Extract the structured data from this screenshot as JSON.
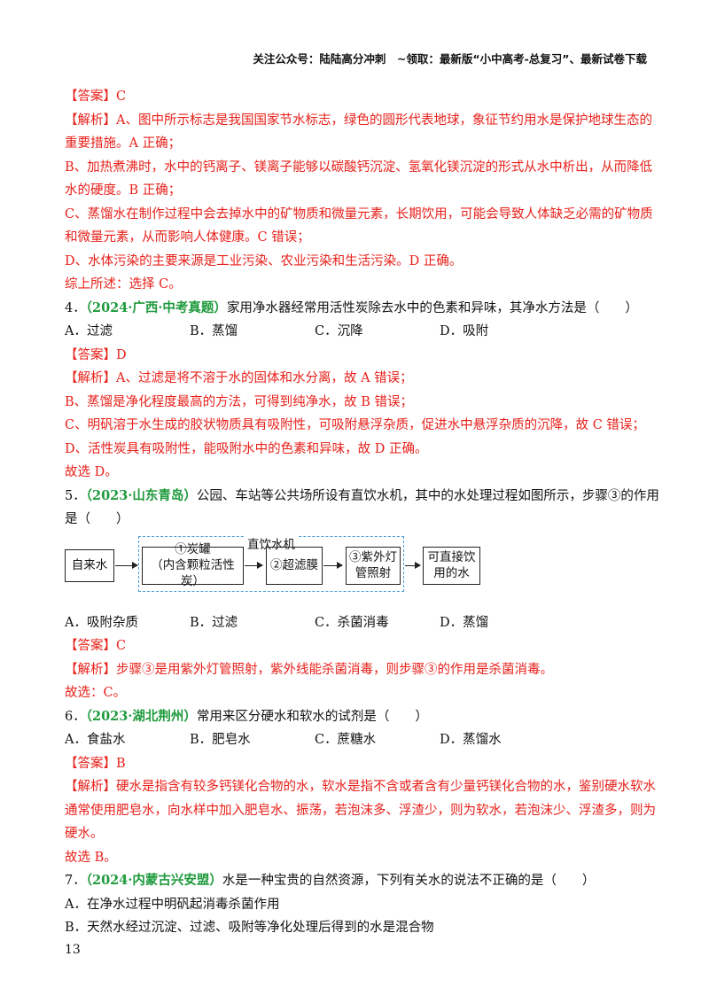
{
  "header": {
    "text": "关注公众号：陆陆高分冲刺　~领取：最新版“小中高考-总复习”、最新试卷下载"
  },
  "q3": {
    "answer": "【答案】C",
    "analysis": [
      "【解析】A、图中所示标志是我国国家节水标志，绿色的圆形代表地球，象征节约用水是保护地球生态的",
      "重要措施。A 正确；",
      "B、加热煮沸时，水中的钙离子、镁离子能够以碳酸钙沉淀、氢氧化镁沉淀的形式从水中析出，从而降低",
      "水的硬度。B 正确；",
      "C、蒸馏水在制作过程中会去掉水中的矿物质和微量元素，长期饮用，可能会导致人体缺乏必需的矿物质",
      "和微量元素，从而影响人体健康。C 错误；",
      "D、水体污染的主要来源是工业污染、农业污染和生活污染。D 正确。"
    ],
    "conclusion": "综上所述：选择 C。"
  },
  "q4": {
    "num": "4．",
    "source": "（2024·广西·中考真题）",
    "stem": "家用净水器经常用活性炭除去水中的色素和异味，其净水方法是（　　）",
    "options": [
      "A．过滤",
      "B．蒸馏",
      "C．沉降",
      "D．吸附"
    ],
    "answer": "【答案】D",
    "analysis": [
      "【解析】A、过滤是将不溶于水的固体和水分离，故 A 错误；",
      "B、蒸馏是净化程度最高的方法，可得到纯净水，故 B 错误；",
      "C、明矾溶于水生成的胶状物质具有吸附性，可吸附悬浮杂质，促进水中悬浮杂质的沉降，故 C 错误；",
      "D、活性炭具有吸附性，能吸附水中的色素和异味，故 D 正确。"
    ],
    "conclusion": "故选 D。"
  },
  "q5": {
    "num": "5．",
    "source": "（2023·山东青岛）",
    "stem": "公园、车站等公共场所设有直饮水机，其中的水处理过程如图所示，步骤③的作用",
    "stem2": "是（　　）",
    "diagram": {
      "group_label": "直饮水机",
      "box1": "自来水",
      "box2_l1": "①炭罐",
      "box2_l2": "（内含颗粒活性炭）",
      "box3": "②超滤膜",
      "box4_l1": "③紫外灯",
      "box4_l2": "管照射",
      "box5_l1": "可直接饮",
      "box5_l2": "用的水"
    },
    "options": [
      "A．吸附杂质",
      "B．过滤",
      "C．杀菌消毒",
      "D．蒸馏"
    ],
    "answer": "【答案】C",
    "analysis": [
      "【解析】步骤③是用紫外灯管照射，紫外线能杀菌消毒，则步骤③的作用是杀菌消毒。"
    ],
    "conclusion": "故选：C。"
  },
  "q6": {
    "num": "6．",
    "source": "（2023·湖北荆州）",
    "stem": "常用来区分硬水和软水的试剂是（　　）",
    "options": [
      "A．食盐水",
      "B．肥皂水",
      "C．蔗糖水",
      "D．蒸馏水"
    ],
    "answer": "【答案】B",
    "analysis": [
      "【解析】硬水是指含有较多钙镁化合物的水，软水是指不含或者含有少量钙镁化合物的水，鉴别硬水软水",
      "通常使用肥皂水，向水样中加入肥皂水、振荡，若泡沫多、浮渣少，则为软水，若泡沫少、浮渣多，则为",
      "硬水。"
    ],
    "conclusion": "故选 B。"
  },
  "q7": {
    "num": "7．",
    "source": "（2024·内蒙古兴安盟）",
    "stem": "水是一种宝贵的自然资源，下列有关水的说法不正确的是（　　）",
    "optionA": "A．在净水过程中明矾起消毒杀菌作用",
    "optionB": "B．天然水经过沉淀、过滤、吸附等净化处理后得到的水是混合物"
  },
  "page_number": "13"
}
